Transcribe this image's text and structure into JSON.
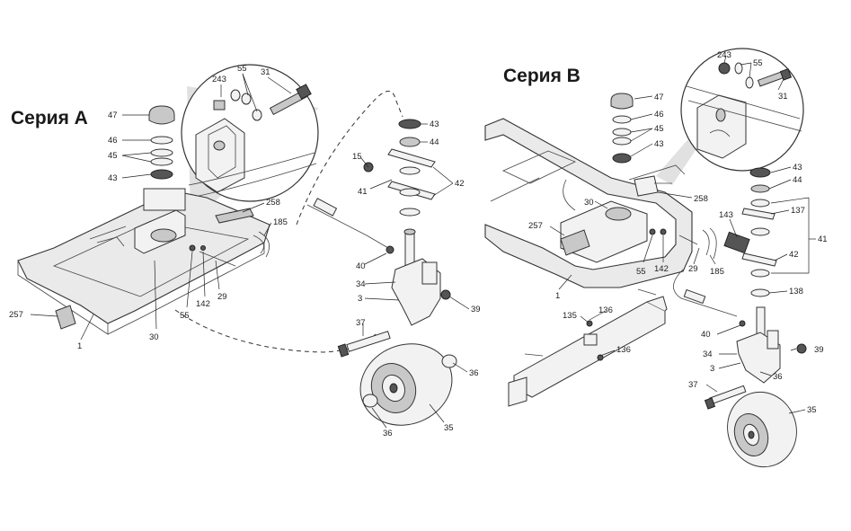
{
  "series": {
    "a": {
      "title": "Серия А"
    },
    "b": {
      "title": "Серия В"
    }
  },
  "callouts_a": [
    {
      "id": "a-47",
      "text": "47"
    },
    {
      "id": "a-46",
      "text": "46"
    },
    {
      "id": "a-45",
      "text": "45"
    },
    {
      "id": "a-43",
      "text": "43"
    },
    {
      "id": "a-243",
      "text": "243"
    },
    {
      "id": "a-55",
      "text": "55"
    },
    {
      "id": "a-31",
      "text": "31"
    },
    {
      "id": "a-258",
      "text": "258"
    },
    {
      "id": "a-185",
      "text": "185"
    },
    {
      "id": "a-257",
      "text": "257"
    },
    {
      "id": "a-1",
      "text": "1"
    },
    {
      "id": "a-30",
      "text": "30"
    },
    {
      "id": "a-55b",
      "text": "55"
    },
    {
      "id": "a-142",
      "text": "142"
    },
    {
      "id": "a-29",
      "text": "29"
    },
    {
      "id": "a-15",
      "text": "15"
    },
    {
      "id": "a-41",
      "text": "41"
    },
    {
      "id": "a-43b",
      "text": "43"
    },
    {
      "id": "a-44",
      "text": "44"
    },
    {
      "id": "a-42",
      "text": "42"
    },
    {
      "id": "a-40",
      "text": "40"
    },
    {
      "id": "a-34",
      "text": "34"
    },
    {
      "id": "a-3",
      "text": "3"
    },
    {
      "id": "a-39",
      "text": "39"
    },
    {
      "id": "a-37",
      "text": "37"
    },
    {
      "id": "a-36",
      "text": "36"
    },
    {
      "id": "a-36b",
      "text": "36"
    },
    {
      "id": "a-35",
      "text": "35"
    }
  ],
  "callouts_b": [
    {
      "id": "b-47",
      "text": "47"
    },
    {
      "id": "b-46",
      "text": "46"
    },
    {
      "id": "b-45",
      "text": "45"
    },
    {
      "id": "b-43",
      "text": "43"
    },
    {
      "id": "b-243",
      "text": "243"
    },
    {
      "id": "b-55",
      "text": "55"
    },
    {
      "id": "b-31",
      "text": "31"
    },
    {
      "id": "b-43b",
      "text": "43"
    },
    {
      "id": "b-44",
      "text": "44"
    },
    {
      "id": "b-137",
      "text": "137"
    },
    {
      "id": "b-41",
      "text": "41"
    },
    {
      "id": "b-143",
      "text": "143"
    },
    {
      "id": "b-42",
      "text": "42"
    },
    {
      "id": "b-138",
      "text": "138"
    },
    {
      "id": "b-30",
      "text": "30"
    },
    {
      "id": "b-258",
      "text": "258"
    },
    {
      "id": "b-257",
      "text": "257"
    },
    {
      "id": "b-55b",
      "text": "55"
    },
    {
      "id": "b-142",
      "text": "142"
    },
    {
      "id": "b-29",
      "text": "29"
    },
    {
      "id": "b-185",
      "text": "185"
    },
    {
      "id": "b-1",
      "text": "1"
    },
    {
      "id": "b-135",
      "text": "135"
    },
    {
      "id": "b-136",
      "text": "136"
    },
    {
      "id": "b-136b",
      "text": "136"
    },
    {
      "id": "b-40",
      "text": "40"
    },
    {
      "id": "b-34",
      "text": "34"
    },
    {
      "id": "b-39",
      "text": "39"
    },
    {
      "id": "b-3",
      "text": "3"
    },
    {
      "id": "b-36",
      "text": "36"
    },
    {
      "id": "b-37",
      "text": "37"
    },
    {
      "id": "b-35",
      "text": "35"
    }
  ]
}
